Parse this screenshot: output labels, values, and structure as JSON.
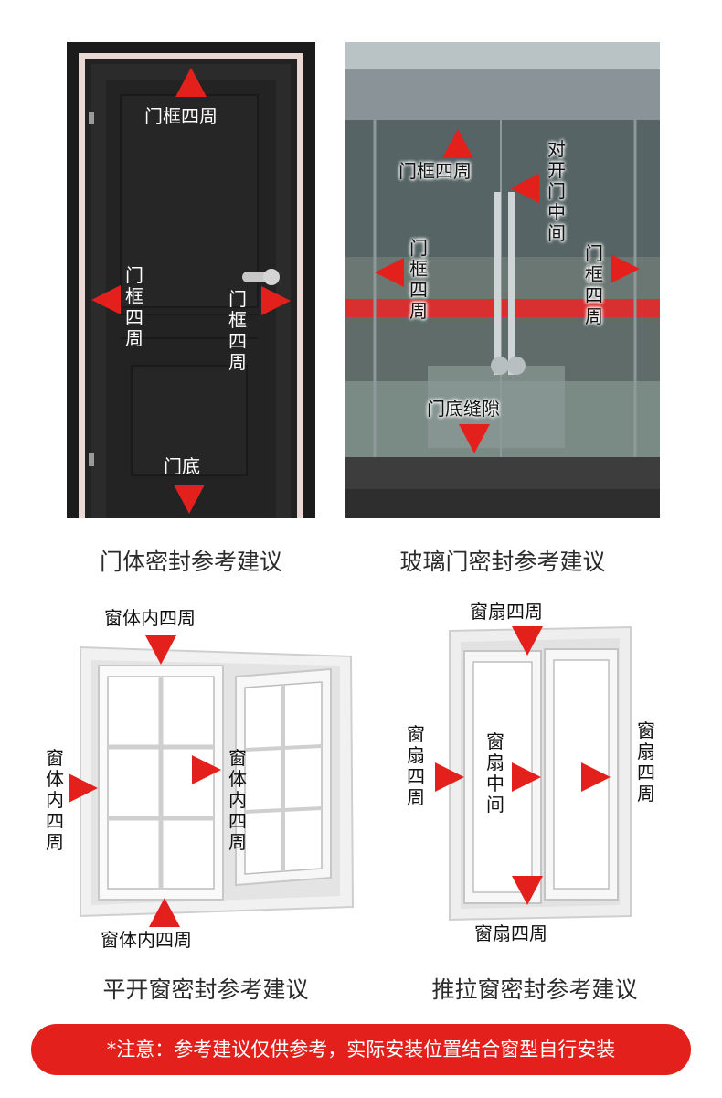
{
  "panels": {
    "door": {
      "labels": {
        "top": "门框四周",
        "left": "门框四周",
        "right": "门框四周",
        "bottom": "门底"
      },
      "caption": "门体密封参考建议"
    },
    "glass_door": {
      "labels": {
        "top": "门框四周",
        "middle": "对开门中间",
        "left": "门框四周",
        "right": "门框四周",
        "bottom": "门底缝隙"
      },
      "caption": "玻璃门密封参考建议"
    },
    "casement_window": {
      "labels": {
        "top": "窗体内四周",
        "left": "窗体内四周",
        "middle": "窗体内四周",
        "bottom": "窗体内四周"
      },
      "caption": "平开窗密封参考建议"
    },
    "sliding_window": {
      "labels": {
        "top": "窗扇四周",
        "left": "窗扇四周",
        "middle": "窗扇中间",
        "right": "窗扇四周",
        "bottom": "窗扇四周"
      },
      "caption": "推拉窗密封参考建议"
    }
  },
  "footer_note": "*注意：参考建议仅供参考，实际安装位置结合窗型自行安装",
  "colors": {
    "arrow": "#e4201d",
    "note_bg": "#e4201d"
  }
}
